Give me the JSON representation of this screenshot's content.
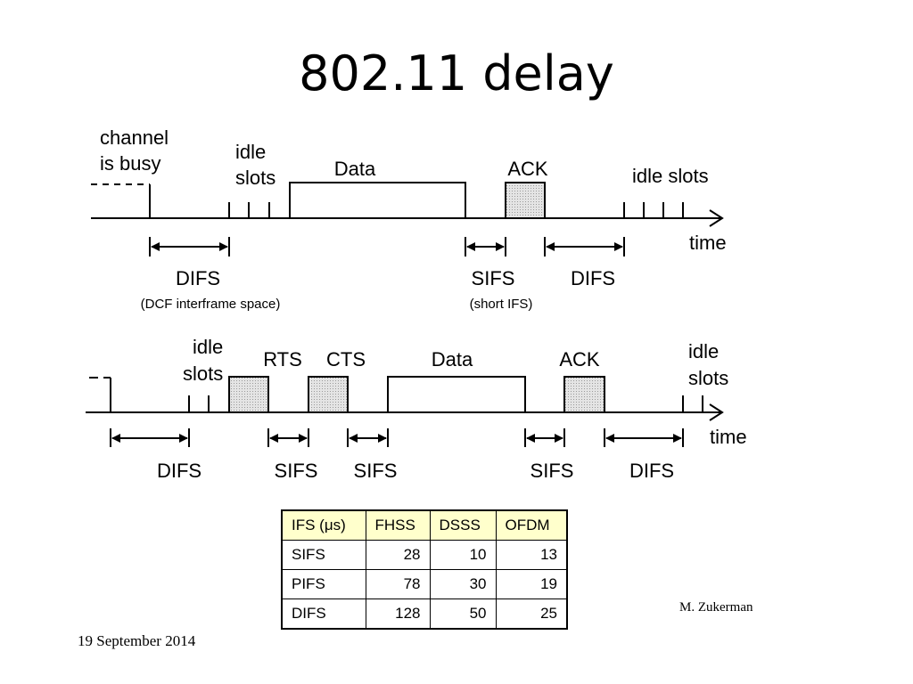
{
  "slide": {
    "title": "802.11 delay",
    "author": "M. Zukerman",
    "date": "19 September 2014"
  },
  "diagram1": {
    "labels": {
      "channel_line1": "channel",
      "channel_line2": "is busy",
      "idle_line1": "idle",
      "idle_line2": "slots",
      "data": "Data",
      "ack": "ACK",
      "idle_right": "idle slots",
      "time": "time",
      "difs_left": "DIFS",
      "difs_note": "(DCF interframe space)",
      "sifs": "SIFS",
      "sifs_note": "(short IFS)",
      "difs_right": "DIFS"
    }
  },
  "diagram2": {
    "labels": {
      "idle_line1": "idle",
      "idle_line2": "slots",
      "rts": "RTS",
      "cts": "CTS",
      "data": "Data",
      "ack": "ACK",
      "idle_right_line1": "idle",
      "idle_right_line2": "slots",
      "time": "time",
      "difs_left": "DIFS",
      "sifs_1": "SIFS",
      "sifs_2": "SIFS",
      "sifs_3": "SIFS",
      "difs_right": "DIFS"
    }
  },
  "table": {
    "headers": [
      "IFS (μs)",
      "FHSS",
      "DSSS",
      "OFDM"
    ],
    "rows": [
      [
        "SIFS",
        "28",
        "10",
        "13"
      ],
      [
        "PIFS",
        "78",
        "30",
        "19"
      ],
      [
        "DIFS",
        "128",
        "50",
        "25"
      ]
    ]
  },
  "colors": {
    "header_fill": "#ffffcc",
    "frame_fill": "#d8d8d8"
  }
}
